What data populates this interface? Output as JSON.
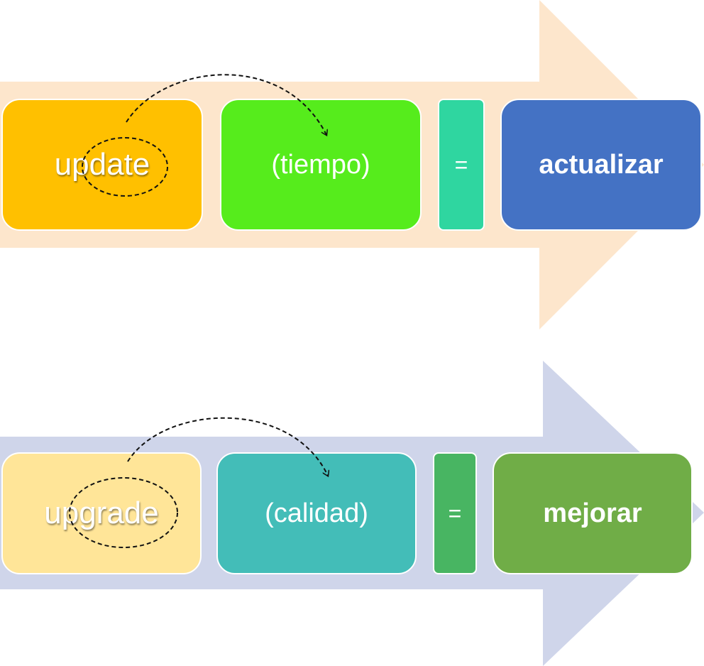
{
  "rows": [
    {
      "word": "update",
      "qualifier": "(tiempo)",
      "equals": "=",
      "translation": "actualizar",
      "colors": {
        "arrow": "#FDE6CC",
        "word": "#FFC000",
        "qualifier": "#56EC1C",
        "equals": "#2FD6A0",
        "translation": "#4472C4"
      }
    },
    {
      "word": "upgrade",
      "qualifier": "(calidad)",
      "equals": "=",
      "translation": "mejorar",
      "colors": {
        "arrow": "#CFD5EA",
        "word": "#FFE598",
        "qualifier": "#43BDB8",
        "equals": "#48B562",
        "translation": "#70AD47"
      }
    }
  ]
}
